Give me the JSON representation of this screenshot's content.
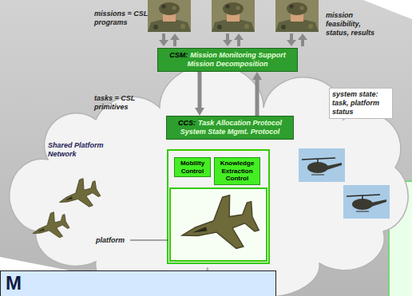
{
  "diagram": {
    "nodes": [
      {
        "text": [
          "CSM:",
          "Mission Monitoring Support Mission Decomposition"
        ]
      },
      {
        "text": [
          "Shared Platform Network"
        ]
      },
      {
        "text": [
          "CCS:",
          "Task Allocation Protocol System State Mgmt. Protocol"
        ],
        "in": 1
      },
      {
        "text": [
          "Mobility Control"
        ],
        "in": 1
      },
      {
        "text": [
          "Knowledge Extraction Control"
        ],
        "in": 1
      },
      {
        "text": [
          "M"
        ]
      }
    ],
    "edges": [
      {
        "from": 0,
        "to": 2,
        "arrow": "to"
      },
      {
        "from": 2,
        "to": 0,
        "arrow": "to"
      }
    ],
    "labels": [
      "missions = CSL programs",
      "mission feasibility, status, results",
      "tasks = CSL primitives",
      "system state: task, platform status",
      "platform"
    ]
  }
}
